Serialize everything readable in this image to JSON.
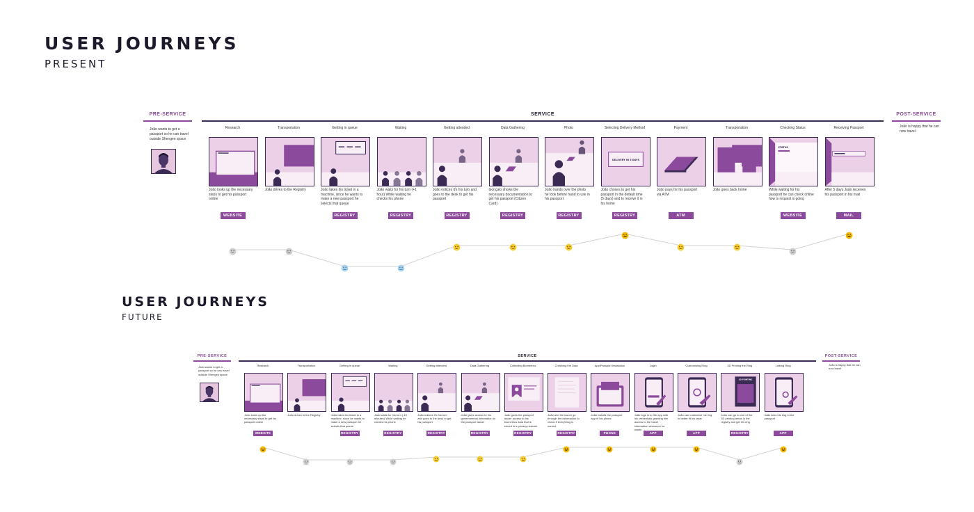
{
  "present": {
    "title": "USER JOURNEYS",
    "subtitle": "PRESENT",
    "pre_label": "PRE-SERVICE",
    "service_label": "SERVICE",
    "post_label": "POST-SERVICE",
    "pre_text": "João wants to get a passport so he can travel outside Shengen space",
    "post_text": "João is happy that he can now travel",
    "steps": [
      {
        "title": "Research",
        "desc": "João looks up the necessary steps to get his passport online",
        "tag": "WEBSITE",
        "emotion": "neutral",
        "scene": "website"
      },
      {
        "title": "Transportation",
        "desc": "João drives to the Registry",
        "tag": "",
        "emotion": "neutral",
        "scene": "building"
      },
      {
        "title": "Getting in queue",
        "desc": "João takes his ticket in a machine, since he wants to make a new passport he selects that queue",
        "tag": "REGISTRY",
        "emotion": "sad",
        "scene": "queue"
      },
      {
        "title": "Waiting",
        "desc": "João waits for his turn (+1 hour) While waiting he checks his phone",
        "tag": "REGISTRY",
        "emotion": "sad",
        "scene": "waiting"
      },
      {
        "title": "Getting attended",
        "desc": "João notices it's his turn and goes to the desk to get his passport",
        "tag": "REGISTRY",
        "emotion": "slight",
        "scene": "attended"
      },
      {
        "title": "Data Gathering",
        "desc": "Gonçalo shows the necessary documentation to get his passport (Citizen Card)",
        "tag": "REGISTRY",
        "emotion": "slight",
        "scene": "data"
      },
      {
        "title": "Photo",
        "desc": "João hands over the photo he took before hand to use in his passport",
        "tag": "REGISTRY",
        "emotion": "slight",
        "scene": "photo"
      },
      {
        "title": "Selecting Delivery Method",
        "desc": "João choses to get his passport in the default time (5 days) and to receive it in his home",
        "tag": "REGISTRY",
        "emotion": "happy",
        "scene": "delivery"
      },
      {
        "title": "Payment",
        "desc": "João pays for his passport via ATM",
        "tag": "ATM",
        "emotion": "slight",
        "scene": "payment"
      },
      {
        "title": "Transportation",
        "desc": "João goes back home",
        "tag": "",
        "emotion": "slight",
        "scene": "building2"
      },
      {
        "title": "Checking Status",
        "desc": "While waiting for his passport he can check online how is request is going",
        "tag": "WEBSITE",
        "emotion": "neutral",
        "scene": "status"
      },
      {
        "title": "Receiving Passport",
        "desc": "After 5 days João receives his passport in his mail",
        "tag": "MAIL",
        "emotion": "happy",
        "scene": "mail"
      }
    ],
    "scene_text": {
      "status": "STATUS",
      "delivery": "DELIVERY IN 5 DAYS"
    }
  },
  "future": {
    "title": "USER JOURNEYS",
    "subtitle": "FUTURE",
    "pre_label": "PRE-SERVICE",
    "service_label": "SERVICE",
    "post_label": "POST-SERVICE",
    "pre_text": "João wants to get a passport so he can travel outside Shengen space",
    "post_text": "João is happy that he can now travel",
    "steps": [
      {
        "title": "Research",
        "desc": "João looks up the necessary steps to get his passport online",
        "tag": "WEBSITE",
        "emotion": "happy",
        "scene": "website"
      },
      {
        "title": "Transportation",
        "desc": "João drives to the Registry",
        "tag": "",
        "emotion": "neutral",
        "scene": "building"
      },
      {
        "title": "Getting in queue",
        "desc": "João takes his ticket in a machine, since he wants to make a new passport he selects that queue",
        "tag": "REGISTRY",
        "emotion": "neutral",
        "scene": "queue"
      },
      {
        "title": "Waiting",
        "desc": "João waits for his turn (-10 minutes) While waiting he checks his phone",
        "tag": "REGISTRY",
        "emotion": "neutral",
        "scene": "waiting"
      },
      {
        "title": "Getting attended",
        "desc": "João notices it's his turn and goes to the desk to get his passport",
        "tag": "REGISTRY",
        "emotion": "slight",
        "scene": "attended"
      },
      {
        "title": "Data Gathering",
        "desc": "João gives access to his governmental information to the passport issuer",
        "tag": "REGISTRY",
        "emotion": "slight",
        "scene": "data"
      },
      {
        "title": "Collecting Biometrics",
        "desc": "João gives the passport issuer access to his biometrics data that is stored in a privacy network",
        "tag": "REGISTRY",
        "emotion": "slight",
        "scene": "bio"
      },
      {
        "title": "Checking the Data",
        "desc": "João and the issuer go through the information to check if everything is correct",
        "tag": "REGISTRY",
        "emotion": "happy",
        "scene": "check"
      },
      {
        "title": "App/Passport Instalation",
        "desc": "João installs the passport app in his phone",
        "tag": "PHONE",
        "emotion": "happy",
        "scene": "phoneapp"
      },
      {
        "title": "Login",
        "desc": "João logs in to the app with his credentials granting him access to the travel information whenever he wants",
        "tag": "APP",
        "emotion": "happy",
        "scene": "login"
      },
      {
        "title": "Customising Ring",
        "desc": "João can customise his ring to better fit his taste",
        "tag": "APP",
        "emotion": "happy",
        "scene": "ring"
      },
      {
        "title": "3D Printing the Ring",
        "desc": "João can go to one of the 3D printing areas in the registry and get his ring",
        "tag": "REGISTRY",
        "emotion": "neutral",
        "scene": "print"
      },
      {
        "title": "Linking Ring",
        "desc": "João links his ring to the passport",
        "tag": "APP",
        "emotion": "happy",
        "scene": "link"
      }
    ],
    "scene_text": {
      "print": "3D PRINTING"
    }
  },
  "colors": {
    "accent": "#8c4a9c",
    "dark": "#3a2b55",
    "light": "#ecd0e7",
    "happy": "#f2b800",
    "slight": "#f7cd2e",
    "neutral": "#cfcfcf",
    "sad": "#a9d3ee"
  }
}
